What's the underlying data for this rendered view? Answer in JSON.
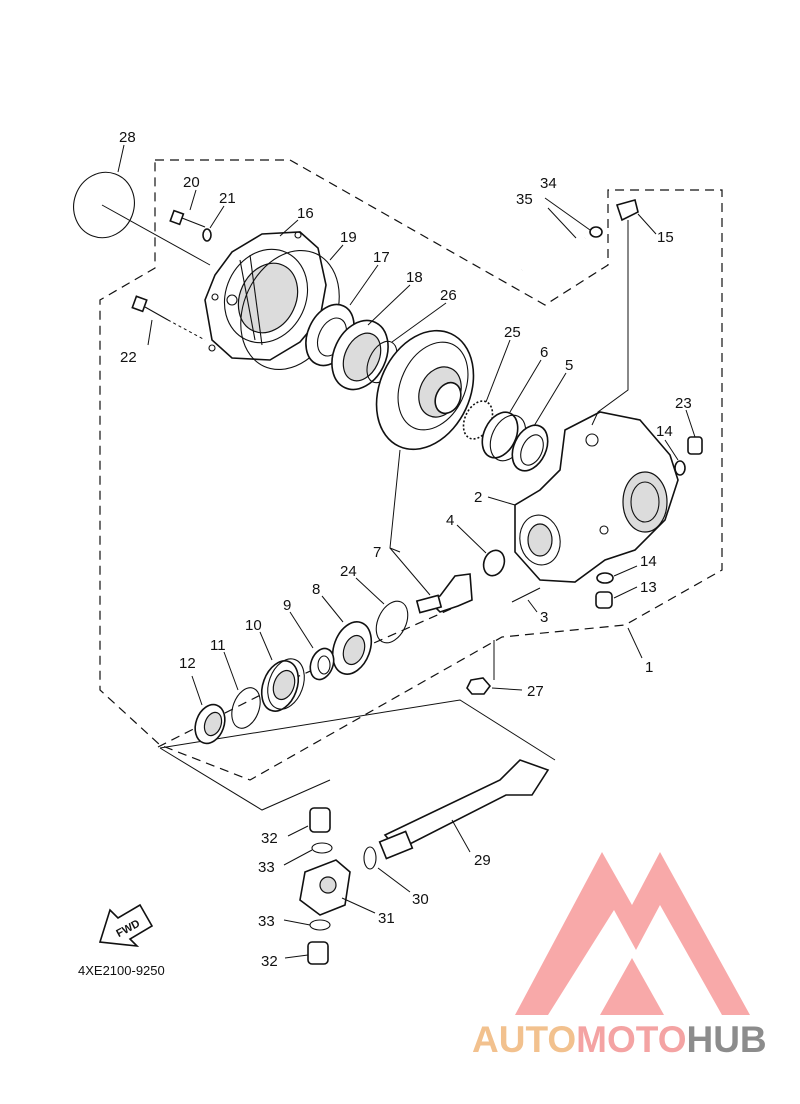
{
  "diagram_code": "4XE2100-9250",
  "fwd_label": "FWD",
  "watermark": {
    "part1": "AUTO",
    "part2": "MOTO",
    "part3": "HUB",
    "color_light": "#f2c18e",
    "color_pink": "#f4a3a3",
    "color_gray": "#8c8c8c",
    "logo_color": "#f79a9a"
  },
  "callouts": {
    "c1": "1",
    "c2": "2",
    "c3": "3",
    "c4": "4",
    "c5": "5",
    "c6": "6",
    "c7": "7",
    "c8": "8",
    "c9": "9",
    "c10": "10",
    "c11": "11",
    "c12": "12",
    "c13": "13",
    "c14a": "14",
    "c14b": "14",
    "c15": "15",
    "c16": "16",
    "c17": "17",
    "c18": "18",
    "c19": "19",
    "c20": "20",
    "c21": "21",
    "c22": "22",
    "c23": "23",
    "c24": "24",
    "c25": "25",
    "c26": "26",
    "c27": "27",
    "c28": "28",
    "c29": "29",
    "c30": "30",
    "c31": "31",
    "c32a": "32",
    "c32b": "32",
    "c33a": "33",
    "c33b": "33",
    "c34": "34",
    "c35": "35"
  }
}
